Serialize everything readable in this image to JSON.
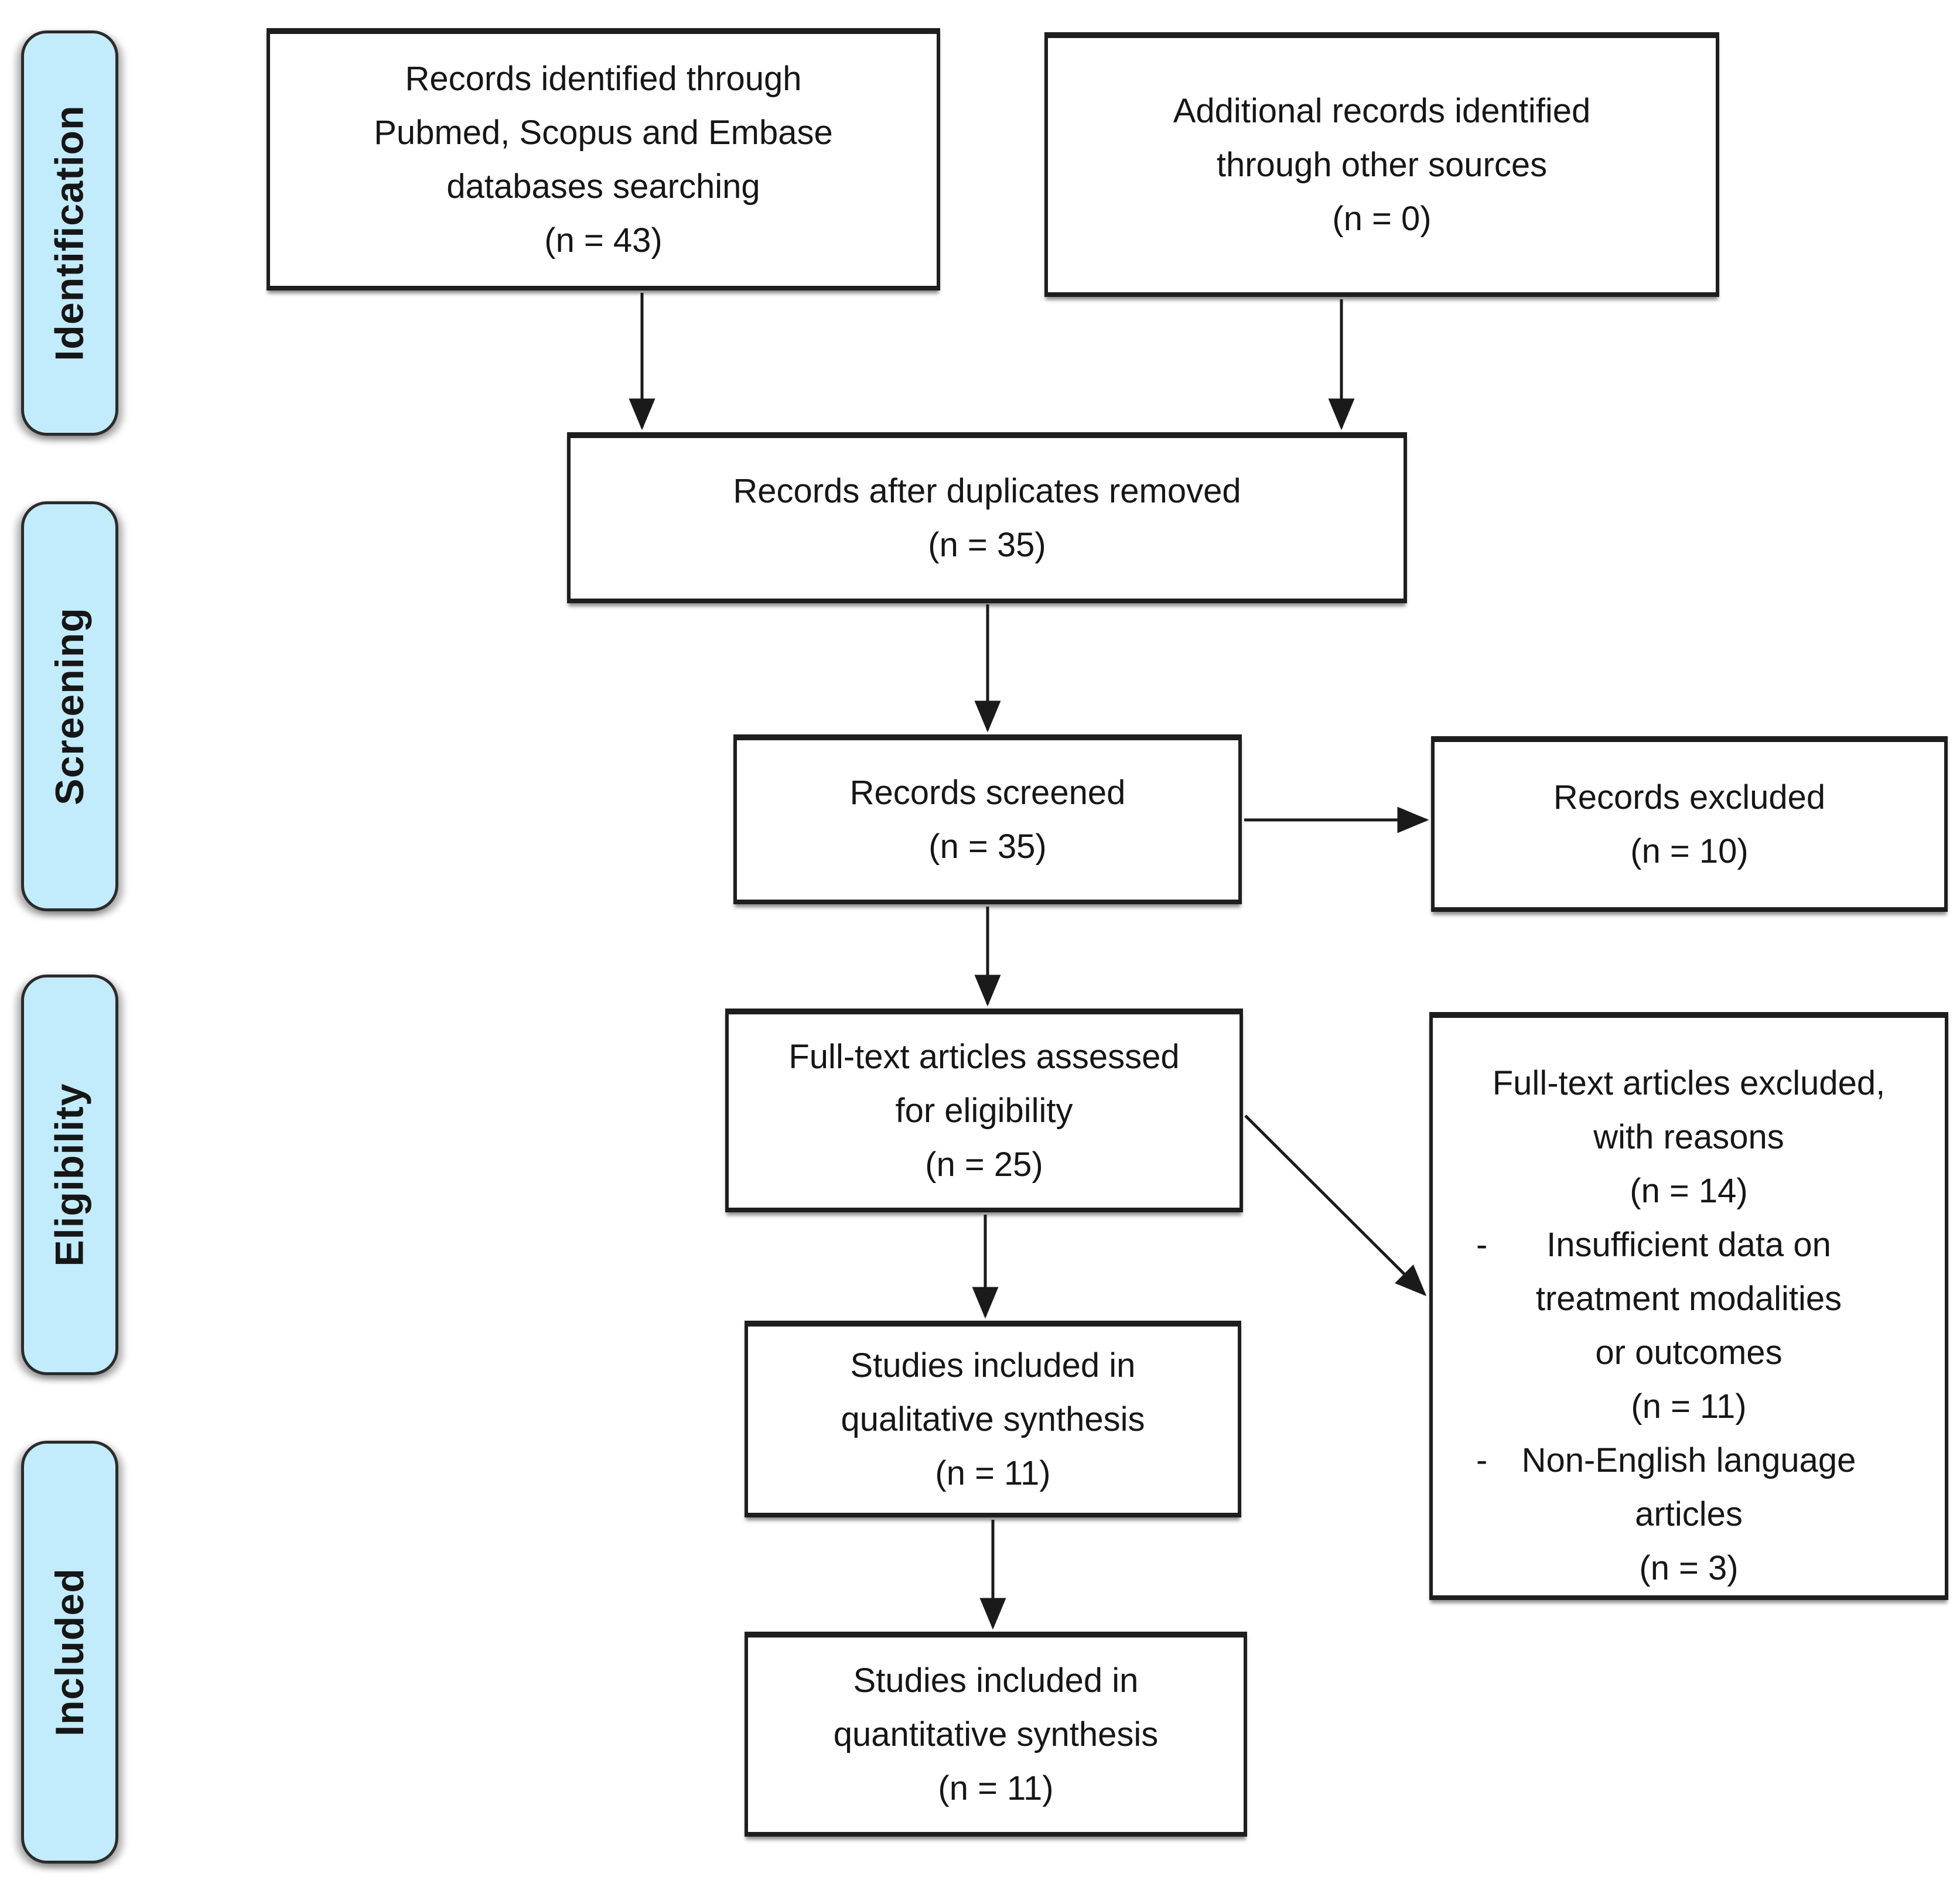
{
  "palette": {
    "stage_fill": "#c2ebfb",
    "stage_border": "#2b2b2b",
    "box_border": "#1e1e1e",
    "arrow_color": "#1a1a1a",
    "text_color": "#161616",
    "background": "#ffffff"
  },
  "stages": [
    {
      "label": "Identification"
    },
    {
      "label": "Screening"
    },
    {
      "label": "Eligibility"
    },
    {
      "label": "Included"
    }
  ],
  "boxes": {
    "identified": {
      "n": 43,
      "lines": [
        "Records identified through",
        "Pubmed, Scopus and Embase",
        "databases searching",
        "(n = 43)"
      ]
    },
    "additional": {
      "n": 0,
      "lines": [
        "Additional records identified",
        "through other sources",
        "(n = 0)"
      ]
    },
    "deduplicated": {
      "n": 35,
      "lines": [
        "Records after duplicates removed",
        "(n = 35)"
      ]
    },
    "screened": {
      "n": 35,
      "lines": [
        "Records screened",
        "(n = 35)"
      ]
    },
    "records_excluded": {
      "n": 10,
      "lines": [
        "Records excluded",
        "(n = 10)"
      ]
    },
    "fulltext_assessed": {
      "n": 25,
      "lines": [
        "Full-text articles assessed",
        "for eligibility",
        "(n = 25)"
      ]
    },
    "fulltext_excluded": {
      "n": 14,
      "header_lines": [
        "Full-text articles excluded,",
        "with reasons",
        "(n = 14)"
      ],
      "reasons": [
        {
          "bullet": "-",
          "n": 11,
          "lines": [
            "Insufficient data on",
            "treatment modalities",
            "or outcomes",
            "(n = 11)"
          ]
        },
        {
          "bullet": "-",
          "n": 3,
          "lines": [
            "Non-English language",
            "articles",
            "(n = 3)"
          ]
        }
      ]
    },
    "qualitative": {
      "n": 11,
      "lines": [
        "Studies included in",
        "qualitative synthesis",
        "(n = 11)"
      ]
    },
    "quantitative": {
      "n": 11,
      "lines": [
        "Studies included in",
        "quantitative synthesis",
        "(n = 11)"
      ]
    }
  }
}
